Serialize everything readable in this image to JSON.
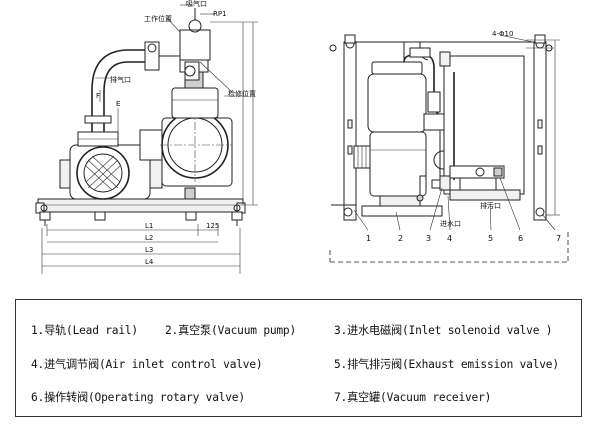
{
  "diagram": {
    "left_view": {
      "callouts": {
        "suction_port": "吸气口",
        "rp": "RP1",
        "work_position": "工作位置",
        "maintenance_position": "检修位置",
        "exhaust_port": "排气口",
        "f": "F",
        "e": "E"
      },
      "dimensions": {
        "l1": "L1",
        "l2": "L2",
        "l3": "L3",
        "l4": "L4",
        "d125": "125"
      }
    },
    "right_view": {
      "callouts": {
        "holes": "4-Φ10",
        "water_inlet": "进水口",
        "drain_port": "排污口"
      },
      "part_numbers": [
        "1",
        "2",
        "3",
        "4",
        "5",
        "6",
        "7"
      ]
    }
  },
  "legend": {
    "items": [
      "1.导轨(Lead rail)",
      "2.真空泵(Vacuum pump)",
      "3.进水电磁阀(Inlet solenoid valve )",
      "4.进气调节阀(Air inlet control valve)",
      "5.排气排污阀(Exhaust emission valve)",
      "6.操作转阀(Operating rotary valve)",
      "7.真空罐(Vacuum receiver)"
    ]
  }
}
